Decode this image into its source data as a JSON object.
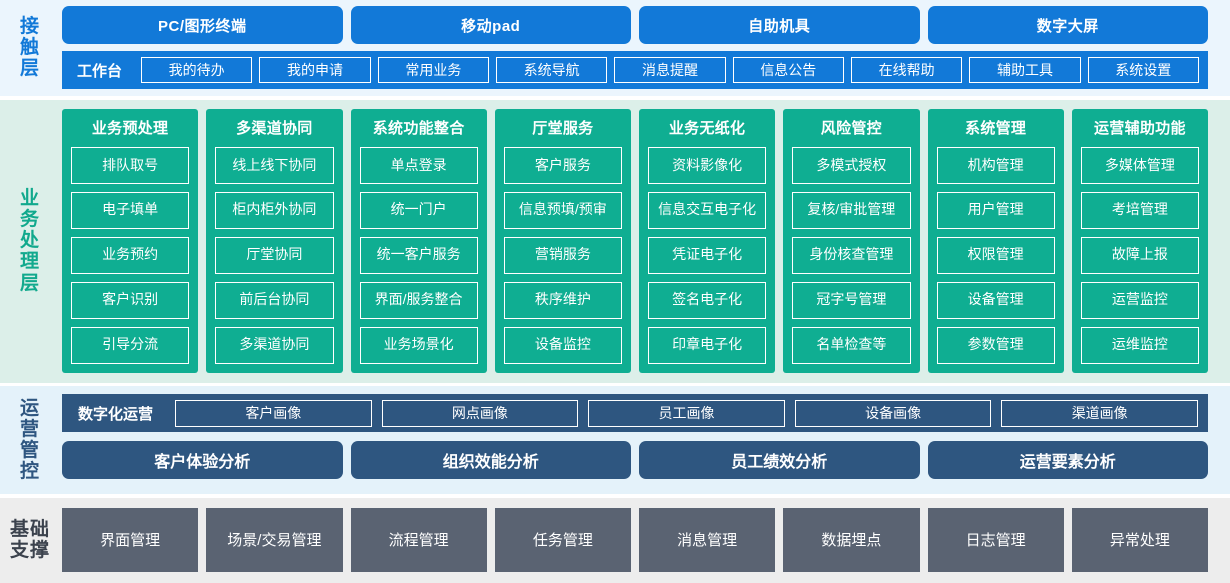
{
  "colors": {
    "contact_blue": "#1279d8",
    "contact_bg": "#ebf5fd",
    "business_green": "#0fae92",
    "business_bg": "#dcefe9",
    "ops_darkblue": "#2e5680",
    "ops_bg": "#e4f2fa",
    "base_gray": "#5a6372",
    "base_bg": "#ededed"
  },
  "layers": {
    "contact": {
      "label": "接触层",
      "label_chars": [
        "接",
        "触",
        "层"
      ],
      "channels": [
        "PC/图形终端",
        "移动pad",
        "自助机具",
        "数字大屏"
      ],
      "workbench_label": "工作台",
      "nav_items": [
        "我的待办",
        "我的申请",
        "常用业务",
        "系统导航",
        "消息提醒",
        "信息公告",
        "在线帮助",
        "辅助工具",
        "系统设置"
      ]
    },
    "business": {
      "label": "业务处理层",
      "label_chars": [
        "业",
        "务",
        "处",
        "理",
        "层"
      ],
      "columns": [
        {
          "title": "业务预处理",
          "items": [
            "排队取号",
            "电子填单",
            "业务预约",
            "客户识别",
            "引导分流"
          ]
        },
        {
          "title": "多渠道协同",
          "items": [
            "线上线下协同",
            "柜内柜外协同",
            "厅堂协同",
            "前后台协同",
            "多渠道协同"
          ]
        },
        {
          "title": "系统功能整合",
          "items": [
            "单点登录",
            "统一门户",
            "统一客户服务",
            "界面/服务整合",
            "业务场景化"
          ]
        },
        {
          "title": "厅堂服务",
          "items": [
            "客户服务",
            "信息预填/预审",
            "营销服务",
            "秩序维护",
            "设备监控"
          ]
        },
        {
          "title": "业务无纸化",
          "items": [
            "资料影像化",
            "信息交互电子化",
            "凭证电子化",
            "签名电子化",
            "印章电子化"
          ]
        },
        {
          "title": "风险管控",
          "items": [
            "多模式授权",
            "复核/审批管理",
            "身份核查管理",
            "冠字号管理",
            "名单检查等"
          ]
        },
        {
          "title": "系统管理",
          "items": [
            "机构管理",
            "用户管理",
            "权限管理",
            "设备管理",
            "参数管理"
          ]
        },
        {
          "title": "运营辅助功能",
          "items": [
            "多媒体管理",
            "考培管理",
            "故障上报",
            "运营监控",
            "运维监控"
          ]
        }
      ]
    },
    "ops": {
      "label": "运营管控",
      "label_chars": [
        "运",
        "营",
        "管",
        "控"
      ],
      "digital_ops_title": "数字化运营",
      "portraits": [
        "客户画像",
        "网点画像",
        "员工画像",
        "设备画像",
        "渠道画像"
      ],
      "analyses": [
        "客户体验分析",
        "组织效能分析",
        "员工绩效分析",
        "运营要素分析"
      ]
    },
    "base": {
      "label": "基础支撑",
      "label_lines": [
        "基础",
        "支撑"
      ],
      "items": [
        "界面管理",
        "场景/交易管理",
        "流程管理",
        "任务管理",
        "消息管理",
        "数据埋点",
        "日志管理",
        "异常处理"
      ]
    }
  }
}
